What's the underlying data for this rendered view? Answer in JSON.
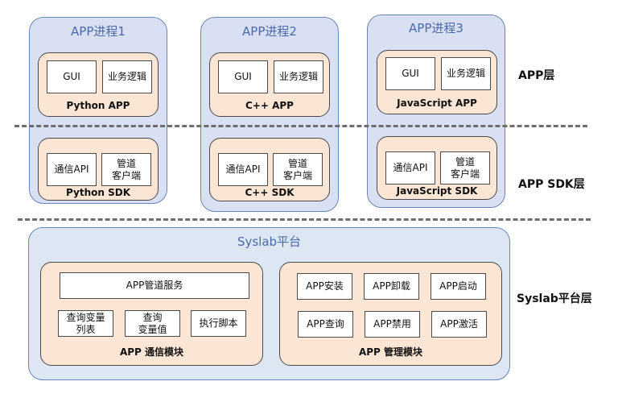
{
  "processes": [
    {
      "title": "APP进程1",
      "app_module": {
        "title": "Python APP",
        "boxes": [
          "GUI",
          "业务逻辑"
        ]
      },
      "sdk_module": {
        "title": "Python SDK",
        "boxes": [
          "通信API",
          "管道\n客户端"
        ]
      }
    },
    {
      "title": "APP进程2",
      "app_module": {
        "title": "C++ APP",
        "boxes": [
          "GUI",
          "业务逻辑"
        ]
      },
      "sdk_module": {
        "title": "C++ SDK",
        "boxes": [
          "通信API",
          "管道\n客户端"
        ]
      }
    },
    {
      "title": "APP进程3",
      "app_module": {
        "title": "JavaScript APP",
        "boxes": [
          "GUI",
          "业务逻辑"
        ]
      },
      "sdk_module": {
        "title": "JavaScript SDK",
        "boxes": [
          "通信API",
          "管道\n客户端"
        ]
      }
    }
  ],
  "platform": {
    "title": "Syslab平台",
    "comm_module": {
      "title": "APP 通信模块",
      "service": "APP管道服务",
      "boxes": [
        "查询变量\n列表",
        "查询\n变量值",
        "执行脚本"
      ]
    },
    "mgmt_module": {
      "title": "APP 管理模块",
      "boxes": [
        "APP安装",
        "APP卸载",
        "APP启动",
        "APP查询",
        "APP禁用",
        "APP激活"
      ]
    }
  },
  "layers": [
    "APP层",
    "APP SDK层",
    "Syslab平台层"
  ],
  "colors": {
    "process_fill": "#d9e0f3",
    "process_border": "#6b84b8",
    "module_fill": "#fbe6d6",
    "platform_fill": "#dde7f4",
    "title_blue": "#4a6aa8",
    "dash": "#6e6e6e"
  }
}
